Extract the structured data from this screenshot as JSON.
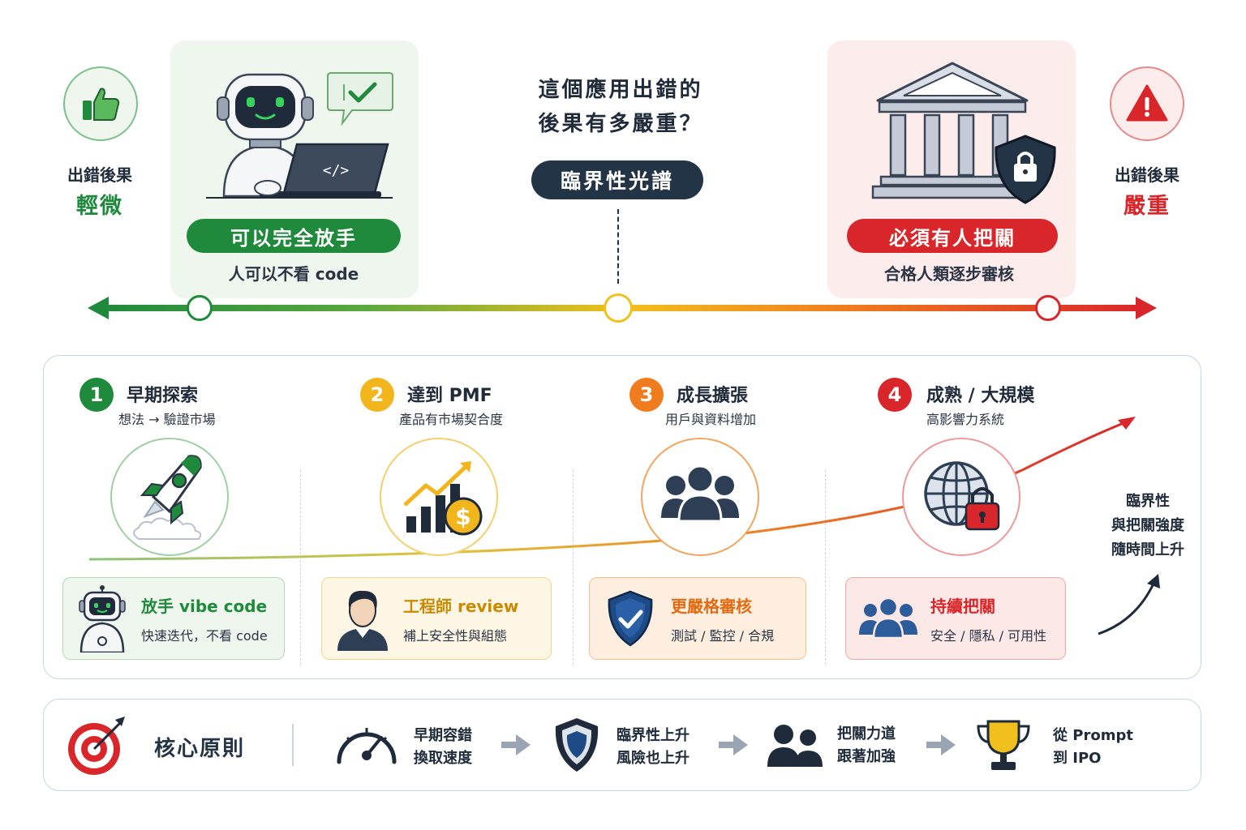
{
  "header": {
    "question_line1": "這個應用出錯的",
    "question_line2": "後果有多嚴重？",
    "spectrum_label": "臨界性光譜"
  },
  "left_end": {
    "caption": "出錯後果",
    "level": "輕微",
    "icon": "thumbs-up-icon"
  },
  "right_end": {
    "caption": "出錯後果",
    "level": "嚴重",
    "icon": "warning-icon"
  },
  "left_panel": {
    "pill": "可以完全放手",
    "subtitle": "人可以不看 code",
    "icon": "robot-laptop-icon"
  },
  "right_panel": {
    "pill": "必須有人把關",
    "subtitle": "合格人類逐步審核",
    "icon": "bank-shield-icon"
  },
  "colors": {
    "green": "#1f8a3b",
    "yellow": "#f2b51c",
    "orange": "#f07c1e",
    "red": "#d9262a",
    "navy": "#233447"
  },
  "stages": [
    {
      "num": "1",
      "title": "早期探索",
      "subtitle": "想法 → 驗證市場",
      "icon": "rocket-icon",
      "card_title": "放手 vibe code",
      "card_sub": "快速迭代，不看 code",
      "card_icon": "robot-icon"
    },
    {
      "num": "2",
      "title": "達到 PMF",
      "subtitle": "產品有市場契合度",
      "icon": "growth-chart-icon",
      "card_title": "工程師 review",
      "card_sub": "補上安全性與組態",
      "card_icon": "engineer-icon"
    },
    {
      "num": "3",
      "title": "成長擴張",
      "subtitle": "用戶與資料增加",
      "icon": "users-icon",
      "card_title": "更嚴格審核",
      "card_sub": "測試 / 監控 / 合規",
      "card_icon": "shield-check-icon"
    },
    {
      "num": "4",
      "title": "成熟 / 大規模",
      "subtitle": "高影響力系統",
      "icon": "globe-lock-icon",
      "card_title": "持續把關",
      "card_sub": "安全 / 隱私 / 可用性",
      "card_icon": "team-icon"
    }
  ],
  "side_note": {
    "line1": "臨界性",
    "line2": "與把關強度",
    "line3": "隨時間上升"
  },
  "principle": {
    "title": "核心原則",
    "items": [
      {
        "line1": "早期容錯",
        "line2": "換取速度",
        "icon": "speedometer-icon"
      },
      {
        "line1": "臨界性上升",
        "line2": "風險也上升",
        "icon": "shield-icon"
      },
      {
        "line1": "把關力道",
        "line2": "跟著加強",
        "icon": "people-icon"
      },
      {
        "line1": "從 Prompt",
        "line2": "到 IPO",
        "icon": "trophy-icon"
      }
    ]
  }
}
